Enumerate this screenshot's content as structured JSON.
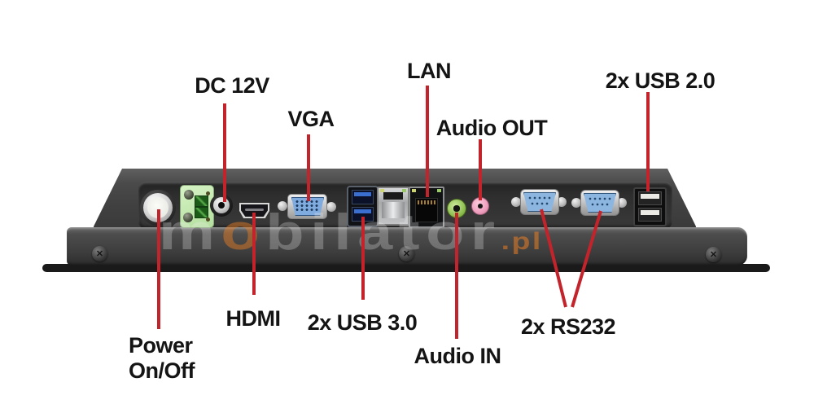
{
  "labels": {
    "dc": "DC 12V",
    "vga": "VGA",
    "lan": "LAN",
    "audio_out": "Audio OUT",
    "usb2": "2x USB 2.0",
    "power_line1": "Power",
    "power_line2": "On/Off",
    "hdmi": "HDMI",
    "usb3": "2x USB 3.0",
    "audio_in": "Audio IN",
    "rs232": "2x RS232"
  },
  "watermark": {
    "start": "m",
    "accent_o": "o",
    "end": "bilator",
    "tld": ".pl"
  },
  "colors": {
    "annotation_red": "#c3242b",
    "label_text": "#141414",
    "device_grey": "#424242",
    "terminal_green": "#c4eab2",
    "vga_blue": "#7fabdf",
    "rs232_blue": "#8cb6e0",
    "usb3_blue": "#3a6fd0",
    "audio_in_green": "#8fc051",
    "audio_out_pink": "#ef9ebd"
  },
  "ports": [
    {
      "name": "power-button"
    },
    {
      "name": "terminal-block"
    },
    {
      "name": "dc-jack"
    },
    {
      "name": "hdmi-port"
    },
    {
      "name": "vga-port"
    },
    {
      "name": "usb3-ports"
    },
    {
      "name": "lan-port-1"
    },
    {
      "name": "lan-port-2"
    },
    {
      "name": "audio-in-jack"
    },
    {
      "name": "audio-out-jack"
    },
    {
      "name": "rs232-port-1"
    },
    {
      "name": "rs232-port-2"
    },
    {
      "name": "usb2-ports"
    }
  ]
}
